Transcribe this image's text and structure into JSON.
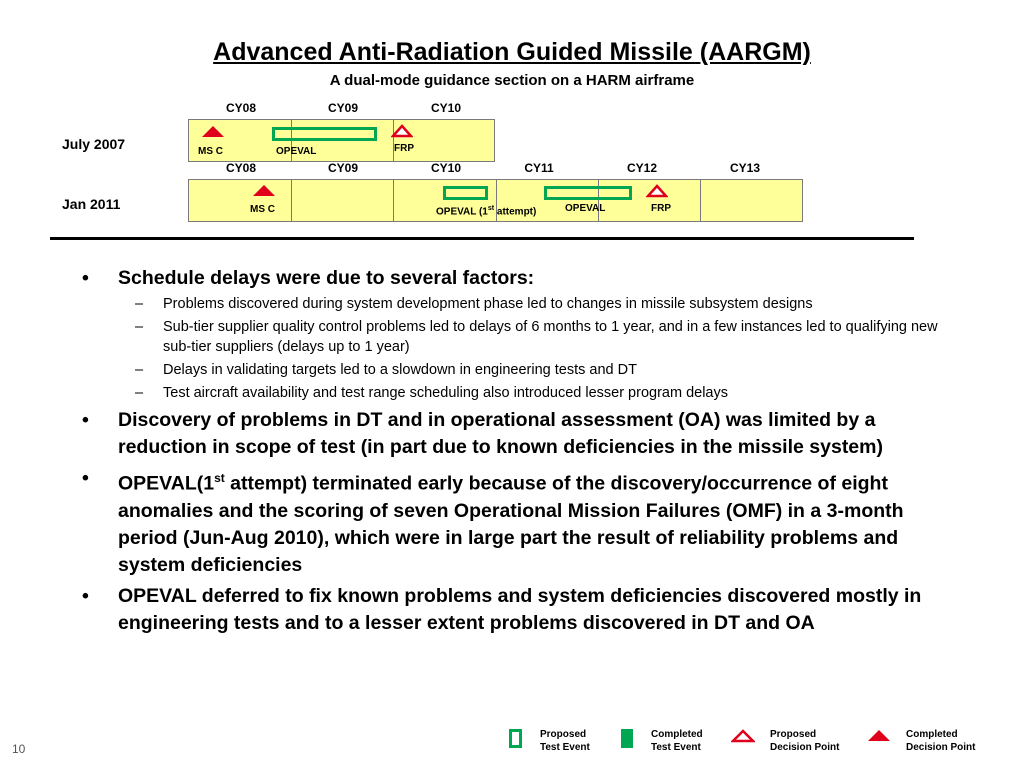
{
  "title": "Advanced Anti-Radiation Guided Missile (AARGM)",
  "subtitle": "A dual-mode guidance section on a HARM airframe",
  "timeline": {
    "row1": {
      "label": "July 2007",
      "years": [
        "CY08",
        "CY09",
        "CY10"
      ],
      "ms_c": "MS C",
      "opeval": "OPEVAL",
      "frp": "FRP"
    },
    "row2": {
      "label": "Jan 2011",
      "years": [
        "CY08",
        "CY09",
        "CY10",
        "CY11",
        "CY12",
        "CY13"
      ],
      "ms_c": "MS C",
      "opeval1_prefix": "OPEVAL (1",
      "opeval1_sup": "st",
      "opeval1_suffix": " attempt)",
      "opeval": "OPEVAL",
      "frp": "FRP"
    }
  },
  "bullets": [
    {
      "text": "Schedule delays were due to several factors:",
      "sub": [
        "Problems discovered during system development phase led to changes in missile subsystem designs",
        "Sub-tier supplier quality control problems led to delays of 6 months to 1 year, and in a few instances led to qualifying new sub-tier suppliers (delays up to 1 year)",
        "Delays in validating targets led to a slowdown in engineering tests and DT",
        "Test aircraft availability and test range scheduling also introduced lesser program delays"
      ]
    },
    {
      "text": "Discovery of problems in DT and in operational assessment (OA) was limited by a reduction in scope of test (in part due to known deficiencies in the missile system)"
    },
    {
      "text_prefix": "OPEVAL(1",
      "text_sup": "st",
      "text_suffix": " attempt) terminated early because of the discovery/occurrence of eight anomalies and the scoring of seven Operational Mission Failures (OMF) in a 3-month period (Jun-Aug 2010), which were in large part the result of reliability problems and system deficiencies"
    },
    {
      "text": "OPEVAL deferred to fix known problems and system deficiencies discovered mostly in engineering tests and to a lesser extent problems discovered in DT and OA"
    }
  ],
  "legend": {
    "proposed_test_1": "Proposed",
    "proposed_test_2": "Test Event",
    "completed_test_1": "Completed",
    "completed_test_2": "Test Event",
    "proposed_decision_1": "Proposed",
    "proposed_decision_2": "Decision Point",
    "completed_decision_1": "Completed",
    "completed_decision_2": "Decision Point"
  },
  "page_number": "10",
  "colors": {
    "track_fill": "#ffff99",
    "event_green": "#00a651",
    "decision_red": "#e0001b"
  }
}
